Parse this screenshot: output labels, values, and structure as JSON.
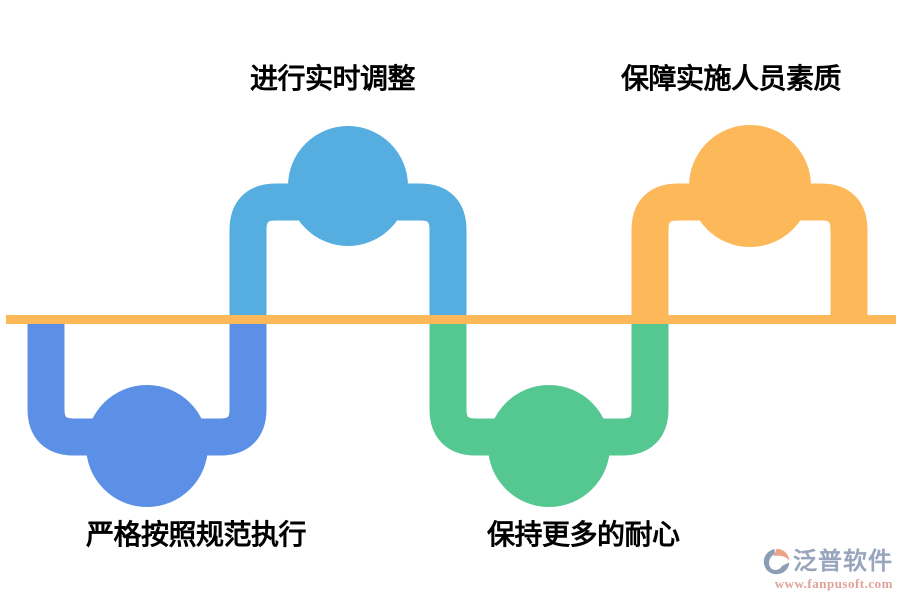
{
  "diagram": {
    "background_color": "#ffffff",
    "baseline_color": "#FDB85A",
    "steps": [
      {
        "label": "严格按照规范执行",
        "color": "#5C90E6",
        "position": "below-line"
      },
      {
        "label": "进行实时调整",
        "color": "#56ADE0",
        "position": "above-line"
      },
      {
        "label": "保持更多的耐心",
        "color": "#55C791",
        "position": "below-line"
      },
      {
        "label": "保障实施人员素质",
        "color": "#FDB85A",
        "position": "above-line"
      }
    ]
  },
  "watermark": {
    "brand": "泛普软件",
    "url": "www.fanpusoft.com",
    "brand_color": "#98A5BC",
    "url_color": "#DFA198",
    "logo_body_color": "#8C9DB6",
    "logo_accent_color": "#E8A488"
  }
}
